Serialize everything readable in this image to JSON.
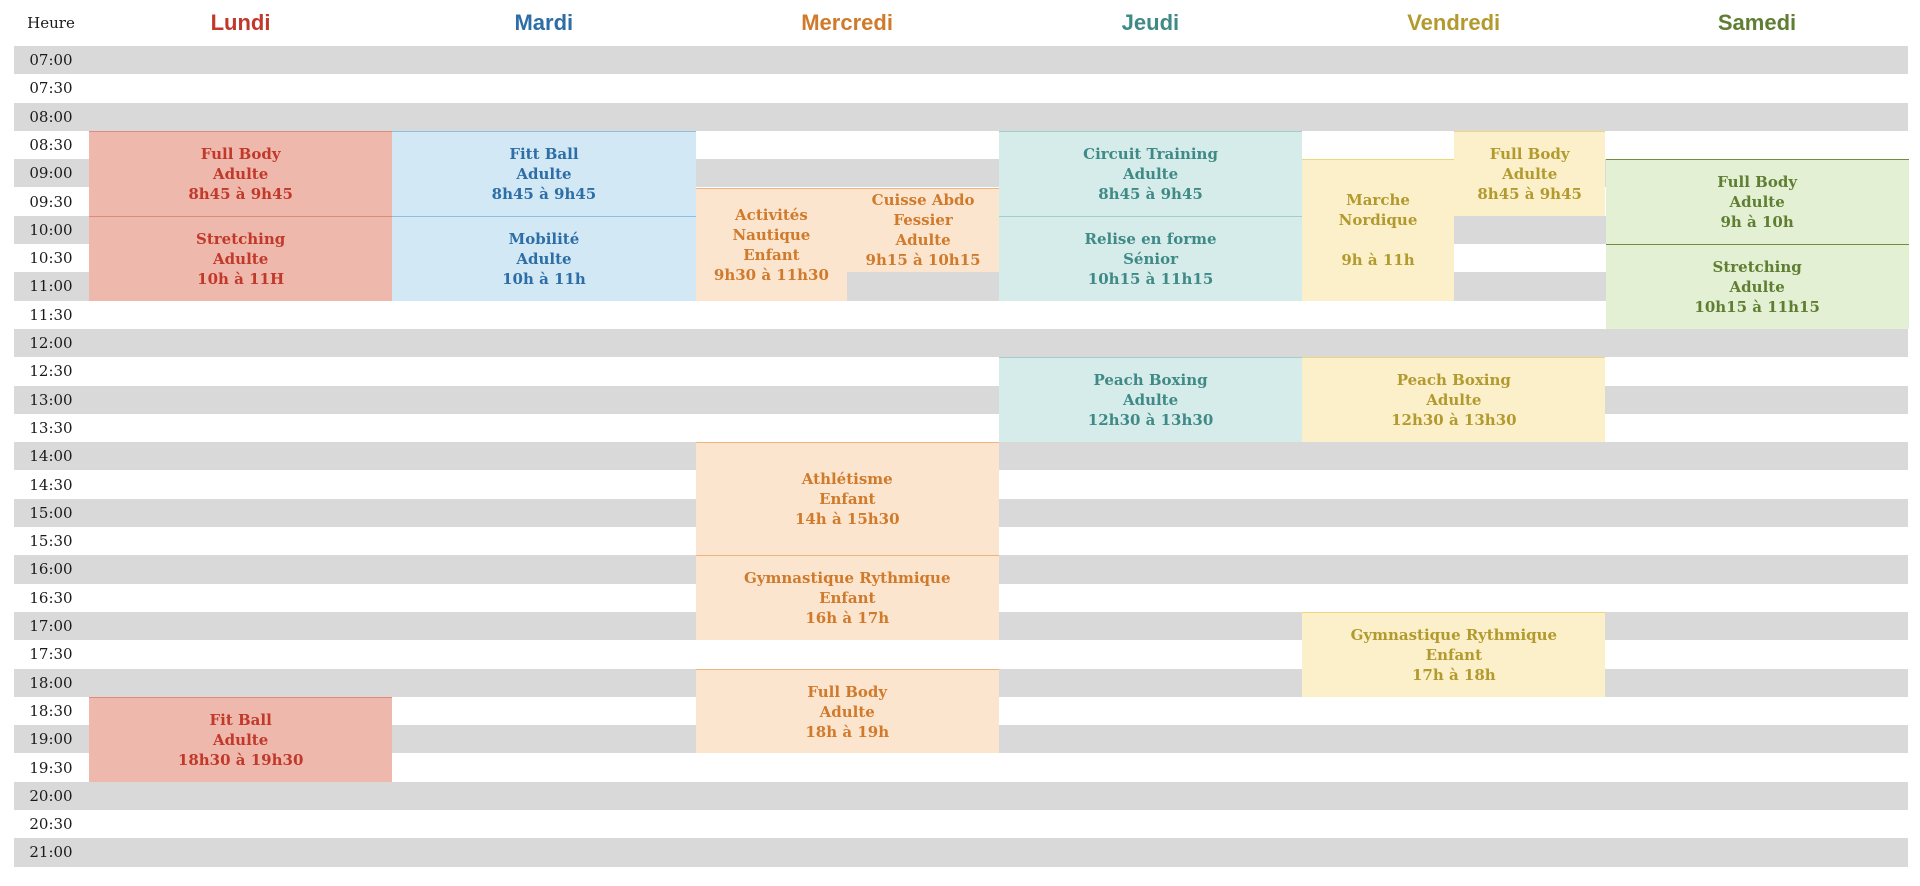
{
  "header": {
    "hour_label": "Heure"
  },
  "times": [
    "07:00",
    "07:30",
    "08:00",
    "08:30",
    "09:00",
    "09:30",
    "10:00",
    "10:30",
    "11:00",
    "11:30",
    "12:00",
    "12:30",
    "13:00",
    "13:30",
    "14:00",
    "14:30",
    "15:00",
    "15:30",
    "16:00",
    "16:30",
    "17:00",
    "17:30",
    "18:00",
    "18:30",
    "19:00",
    "19:30",
    "20:00",
    "20:30",
    "21:00"
  ],
  "days": [
    {
      "name": "Lundi",
      "color": "#c0392b"
    },
    {
      "name": "Mardi",
      "color": "#2e6ea6"
    },
    {
      "name": "Mercredi",
      "color": "#d07a2c"
    },
    {
      "name": "Jeudi",
      "color": "#3f8a86"
    },
    {
      "name": "Vendredi",
      "color": "#b39a2f"
    },
    {
      "name": "Samedi",
      "color": "#5f7e33"
    }
  ],
  "day_styles": [
    {
      "bg": "#efb8ac",
      "fg": "#c0392b",
      "line": "#e08a78"
    },
    {
      "bg": "#d3e8f5",
      "fg": "#2e6ea6",
      "line": "#8fbfe0"
    },
    {
      "bg": "#fce5ce",
      "fg": "#d07a2c",
      "line": "#f0b47a"
    },
    {
      "bg": "#d6ecea",
      "fg": "#3f8a86",
      "line": "#9fd0cc"
    },
    {
      "bg": "#fbf0c9",
      "fg": "#b39a2f",
      "line": "#ecd77c"
    },
    {
      "bg": "#e3f0d3",
      "fg": "#5f7e33",
      "line": "#6f8f3f"
    }
  ],
  "events": [
    {
      "day": 0,
      "start": "08:30",
      "end": "10:00",
      "text": "Full Body\nAdulte\n8h45 à 9h45"
    },
    {
      "day": 0,
      "start": "10:00",
      "end": "11:30",
      "text": "Stretching\nAdulte\n10h à 11H"
    },
    {
      "day": 0,
      "start": "18:30",
      "end": "20:00",
      "text": "Fit Ball\nAdulte\n18h30 à 19h30"
    },
    {
      "day": 1,
      "start": "08:30",
      "end": "10:00",
      "text": "Fitt Ball\nAdulte\n8h45 à 9h45"
    },
    {
      "day": 1,
      "start": "10:00",
      "end": "11:30",
      "text": "Mobilité\nAdulte\n10h à 11h"
    },
    {
      "day": 2,
      "start": "09:30",
      "end": "11:30",
      "half": "left",
      "text": "Activités Nautique\nEnfant\n9h30 à 11h30"
    },
    {
      "day": 2,
      "start": "09:30",
      "end": "11:00",
      "half": "right",
      "text": "Cuisse Abdo\nFessier\nAdulte\n9h15 à 10h15"
    },
    {
      "day": 2,
      "start": "14:00",
      "end": "16:00",
      "text": "Athlétisme\nEnfant\n14h à 15h30"
    },
    {
      "day": 2,
      "start": "16:00",
      "end": "17:30",
      "text": "Gymnastique Rythmique\nEnfant\n16h à 17h"
    },
    {
      "day": 2,
      "start": "18:00",
      "end": "19:30",
      "text": "Full Body\nAdulte\n18h à 19h"
    },
    {
      "day": 3,
      "start": "08:30",
      "end": "10:00",
      "text": "Circuit Training\nAdulte\n8h45 à 9h45"
    },
    {
      "day": 3,
      "start": "10:00",
      "end": "11:30",
      "text": "Relise en forme\nSénior\n10h15 à 11h15"
    },
    {
      "day": 3,
      "start": "12:30",
      "end": "14:00",
      "text": "Peach Boxing\nAdulte\n12h30 à 13h30"
    },
    {
      "day": 4,
      "start": "09:00",
      "end": "11:30",
      "half": "left",
      "text": "Marche Nordique\n\n9h à 11h"
    },
    {
      "day": 4,
      "start": "08:30",
      "end": "10:00",
      "half": "right",
      "text": "Full Body\nAdulte\n8h45 à 9h45"
    },
    {
      "day": 4,
      "start": "12:30",
      "end": "14:00",
      "text": "Peach Boxing\nAdulte\n12h30 à 13h30"
    },
    {
      "day": 4,
      "start": "17:00",
      "end": "18:30",
      "text": "Gymnastique Rythmique\nEnfant\n17h à 18h"
    },
    {
      "day": 5,
      "start": "09:00",
      "end": "10:30",
      "text": "Full Body\nAdulte\n9h à 10h"
    },
    {
      "day": 5,
      "start": "10:30",
      "end": "12:00",
      "text": "Stretching\nAdulte\n10h15 à 11h15"
    }
  ]
}
